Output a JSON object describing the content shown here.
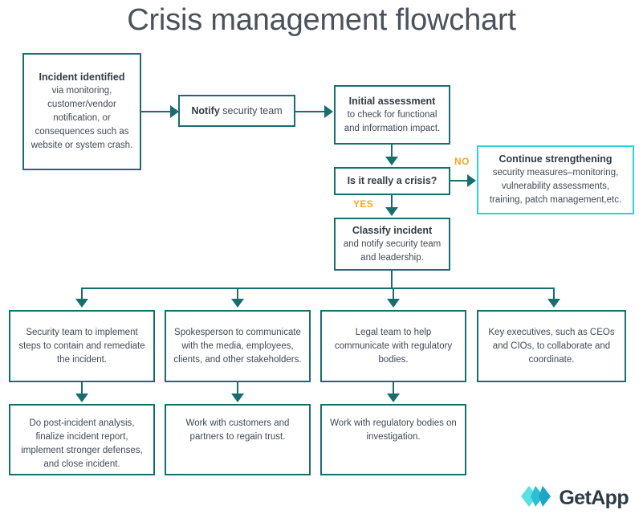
{
  "page": {
    "title": "Crisis management flowchart",
    "background": "#ffffff",
    "line_color": "#186e6e",
    "accent_color": "#2ed3e0",
    "branch_label_color": "#f5a623",
    "text_color": "#3f4a55"
  },
  "nodes": {
    "incident": {
      "heading": "Incident identified",
      "body": "via monitoring, customer/vendor notification, or consequences such as website or system crash."
    },
    "notify": {
      "heading": "Notify",
      "body": "security team"
    },
    "initial_assessment": {
      "heading": "Initial assessment",
      "body": "to check for functional and information impact."
    },
    "decision": {
      "label": "Is it really a crisis?"
    },
    "continue_strengthening": {
      "heading": "Continue strengthening",
      "body": "security measures–monitoring, vulnerability assessments, training, patch management,etc."
    },
    "classify": {
      "heading": "Classify incident",
      "body": "and notify security team and leadership."
    },
    "row3": [
      {
        "label": "Security team to implement steps to contain and remediate the incident."
      },
      {
        "label": "Spokesperson to communicate with the media, employees, clients, and other stakeholders."
      },
      {
        "label": "Legal team to help communicate with regulatory bodies."
      },
      {
        "label": "Key executives, such as CEOs and CIOs, to collaborate and coordinate."
      }
    ],
    "row4": [
      {
        "label": "Do post-incident analysis, finalize incident report, implement stronger defenses, and close incident."
      },
      {
        "label": "Work with customers and partners to regain trust."
      },
      {
        "label": "Work with regulatory bodies on investigation."
      }
    ]
  },
  "branch_labels": {
    "no": "NO",
    "yes": "YES"
  },
  "logo": {
    "name": "GetApp",
    "mark_icon": "getapp-chevron-diamond-icon"
  }
}
